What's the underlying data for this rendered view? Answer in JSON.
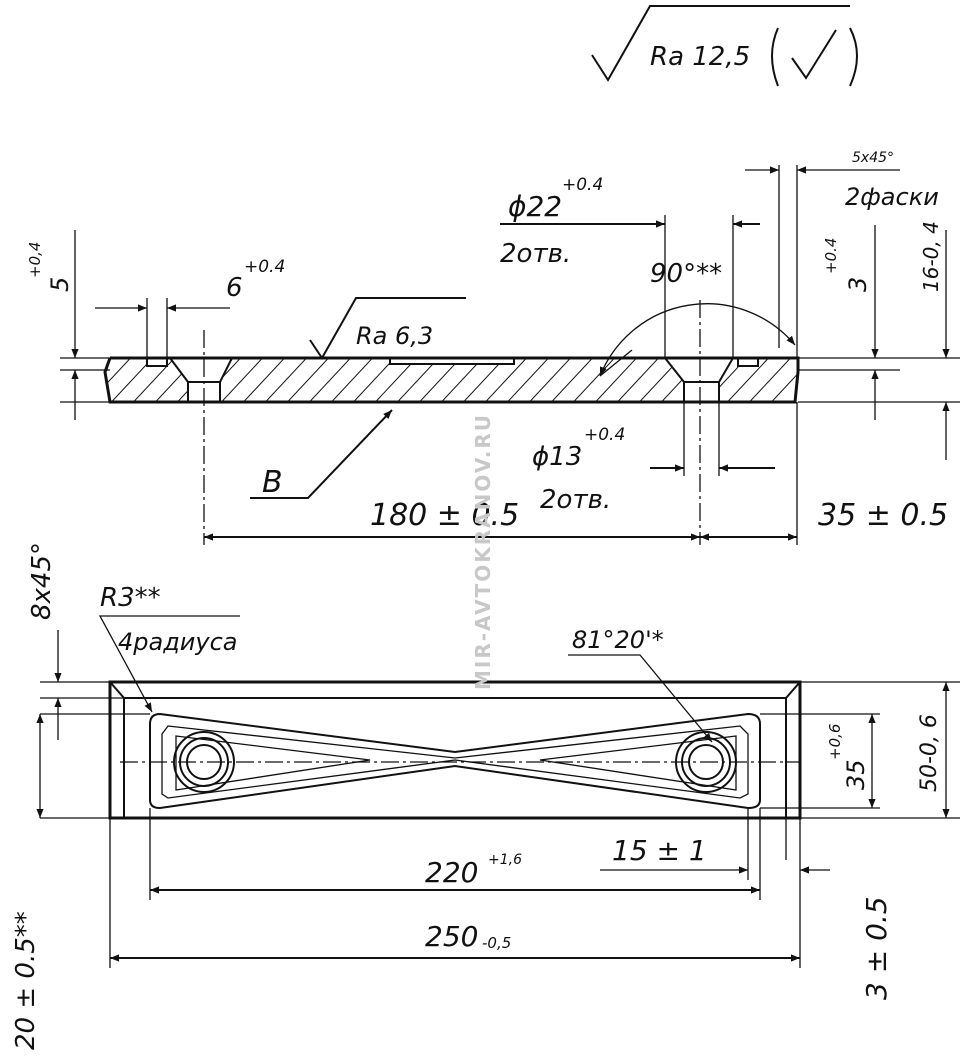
{
  "roughness": {
    "general": "Ra 12,5",
    "surface": "Ra 6,3"
  },
  "section_view": {
    "label_b": "B",
    "dim_5": {
      "value": "5",
      "tol": "+0,4"
    },
    "dim_6": {
      "value": "6",
      "tol": "+0.4"
    },
    "dim_d22": {
      "value": "ϕ22",
      "tol": "+0.4",
      "note": "2отв."
    },
    "dim_d13": {
      "value": "ϕ13",
      "tol": "+0.4",
      "note": "2отв."
    },
    "dim_90": "90°**",
    "dim_chamfer": {
      "value": "5x45°",
      "note": "2фаски"
    },
    "dim_3": {
      "value": "3",
      "tol": "+0.4"
    },
    "dim_16": "16-0, 4",
    "dim_180": "180 ± 0.5",
    "dim_35": "35 ± 0.5"
  },
  "plan_view": {
    "dim_8x45": "8x45°",
    "dim_r3": {
      "value": "R3**",
      "note": "4радиуса"
    },
    "dim_angle": "81°20'*",
    "dim_35": {
      "value": "35",
      "tol": "+0,6"
    },
    "dim_50": "50-0, 6",
    "dim_15": "15 ± 1",
    "dim_220": {
      "value": "220",
      "tol": "+1,6"
    },
    "dim_250": {
      "value": "250",
      "tol": "-0,5"
    },
    "dim_3": "3 ± 0.5",
    "dim_20": "20 ± 0.5**"
  },
  "watermark": "MIR-AVTOKRANOV.RU"
}
